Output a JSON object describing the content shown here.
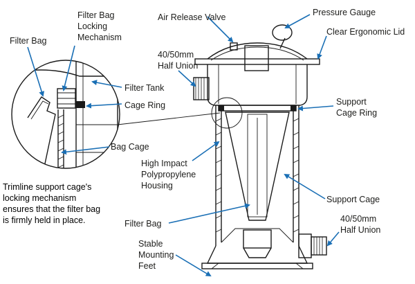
{
  "labels": {
    "filter_bag_left": "Filter Bag",
    "locking_1": "Filter Bag",
    "locking_2": "Locking",
    "locking_3": "Mechanism",
    "filter_tank": "Filter Tank",
    "cage_ring": "Cage Ring",
    "bag_cage": "Bag Cage",
    "air_release_valve": "Air Release Valve",
    "pressure_gauge": "Pressure Gauge",
    "clear_lid": "Clear Ergonomic Lid",
    "half_union_top_1": "40/50mm",
    "half_union_top_2": "Half Union",
    "support_cage_ring_1": "Support",
    "support_cage_ring_2": "Cage Ring",
    "housing_1": "High Impact",
    "housing_2": "Polypropylene",
    "housing_3": "Housing",
    "support_cage": "Support Cage",
    "filter_bag_bottom": "Filter Bag",
    "half_union_bottom_1": "40/50mm",
    "half_union_bottom_2": "Half Union",
    "feet_1": "Stable",
    "feet_2": "Mounting",
    "feet_3": "Feet"
  },
  "caption": [
    "Trimline support cage's",
    "locking mechanism",
    "ensures that the filter bag",
    "is firmly held in place."
  ],
  "colors": {
    "arrow": "#1a6fb5",
    "ink": "#1a1a1a"
  }
}
